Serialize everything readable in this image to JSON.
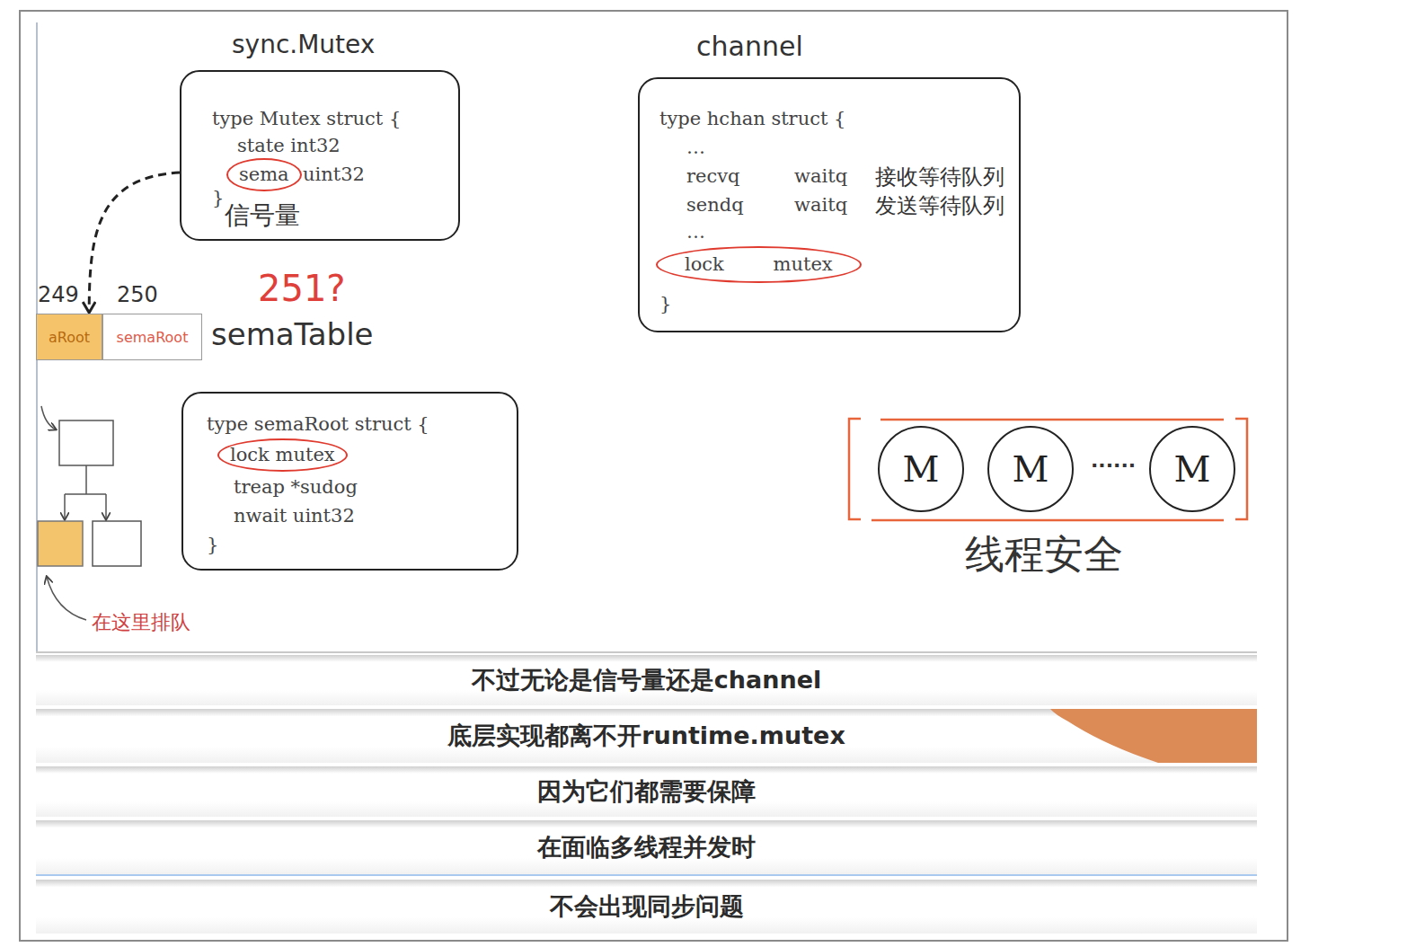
{
  "diagram": {
    "nodes": [
      {
        "text": [
          "sync.Mutex",
          "type Mutex struct {",
          "state int32",
          "sema",
          "uint32",
          "}",
          "信号量"
        ]
      },
      {
        "text": [
          "channel",
          "type hchan struct {",
          "…",
          "recvq",
          "waitq",
          "接收等待队列",
          "sendq",
          "waitq",
          "发送等待队列",
          "…",
          "lock mutex",
          "}"
        ]
      },
      {
        "text": [
          "aRoot"
        ]
      },
      {
        "text": [
          "semaRoot"
        ]
      },
      {
        "text": [
          "type semaRoot struct {",
          "lock mutex",
          "treap *sudog",
          "nwait uint32",
          "}"
        ]
      },
      {
        "text": [
          "M"
        ]
      },
      {
        "text": [
          "M"
        ]
      },
      {
        "text": [
          "M"
        ]
      },
      {
        "text": [
          "不过无论是信号量还是channel"
        ]
      },
      {
        "text": [
          "底层实现都离不开runtime.mutex"
        ]
      },
      {
        "text": [
          "因为它们都需要保障"
        ]
      },
      {
        "text": [
          "在面临多线程并发时"
        ]
      },
      {
        "text": [
          "不会出现同步问题"
        ]
      }
    ],
    "edges": [
      {
        "from": 0,
        "to": 2,
        "arrow": "to"
      }
    ],
    "labels": [
      "249",
      "250",
      "251?",
      "semaTable",
      "在这里排队",
      "......",
      "线程安全"
    ]
  }
}
